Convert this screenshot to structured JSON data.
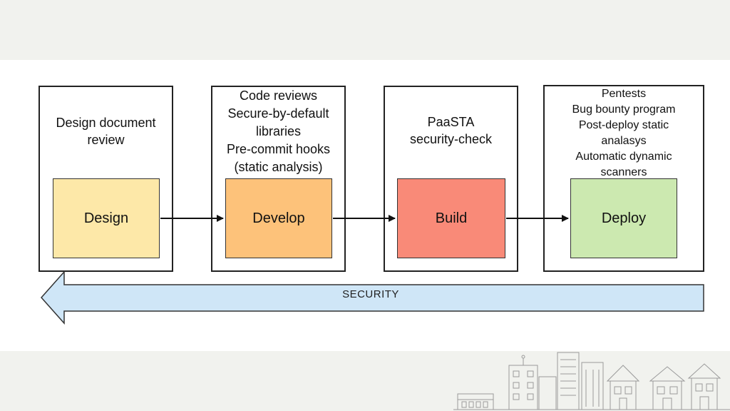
{
  "stages": [
    {
      "id": "design",
      "description": [
        "Design document",
        "review"
      ],
      "phase_label": "Design",
      "color": "#fde8a8"
    },
    {
      "id": "develop",
      "description": [
        "Code reviews",
        "Secure-by-default",
        "libraries",
        "Pre-commit hooks",
        "(static analysis)"
      ],
      "phase_label": "Develop",
      "color": "#fdc27a"
    },
    {
      "id": "build",
      "description": [
        "PaaSTA",
        "security-check"
      ],
      "phase_label": "Build",
      "color": "#f98a78"
    },
    {
      "id": "deploy",
      "description": [
        "Pentests",
        "Bug bounty program",
        "Post-deploy static",
        "analasys",
        "Automatic dynamic",
        "scanners"
      ],
      "phase_label": "Deploy",
      "color": "#cce9b0"
    }
  ],
  "security_arrow": {
    "label": "SECURITY",
    "color": "#cfe6f7"
  }
}
